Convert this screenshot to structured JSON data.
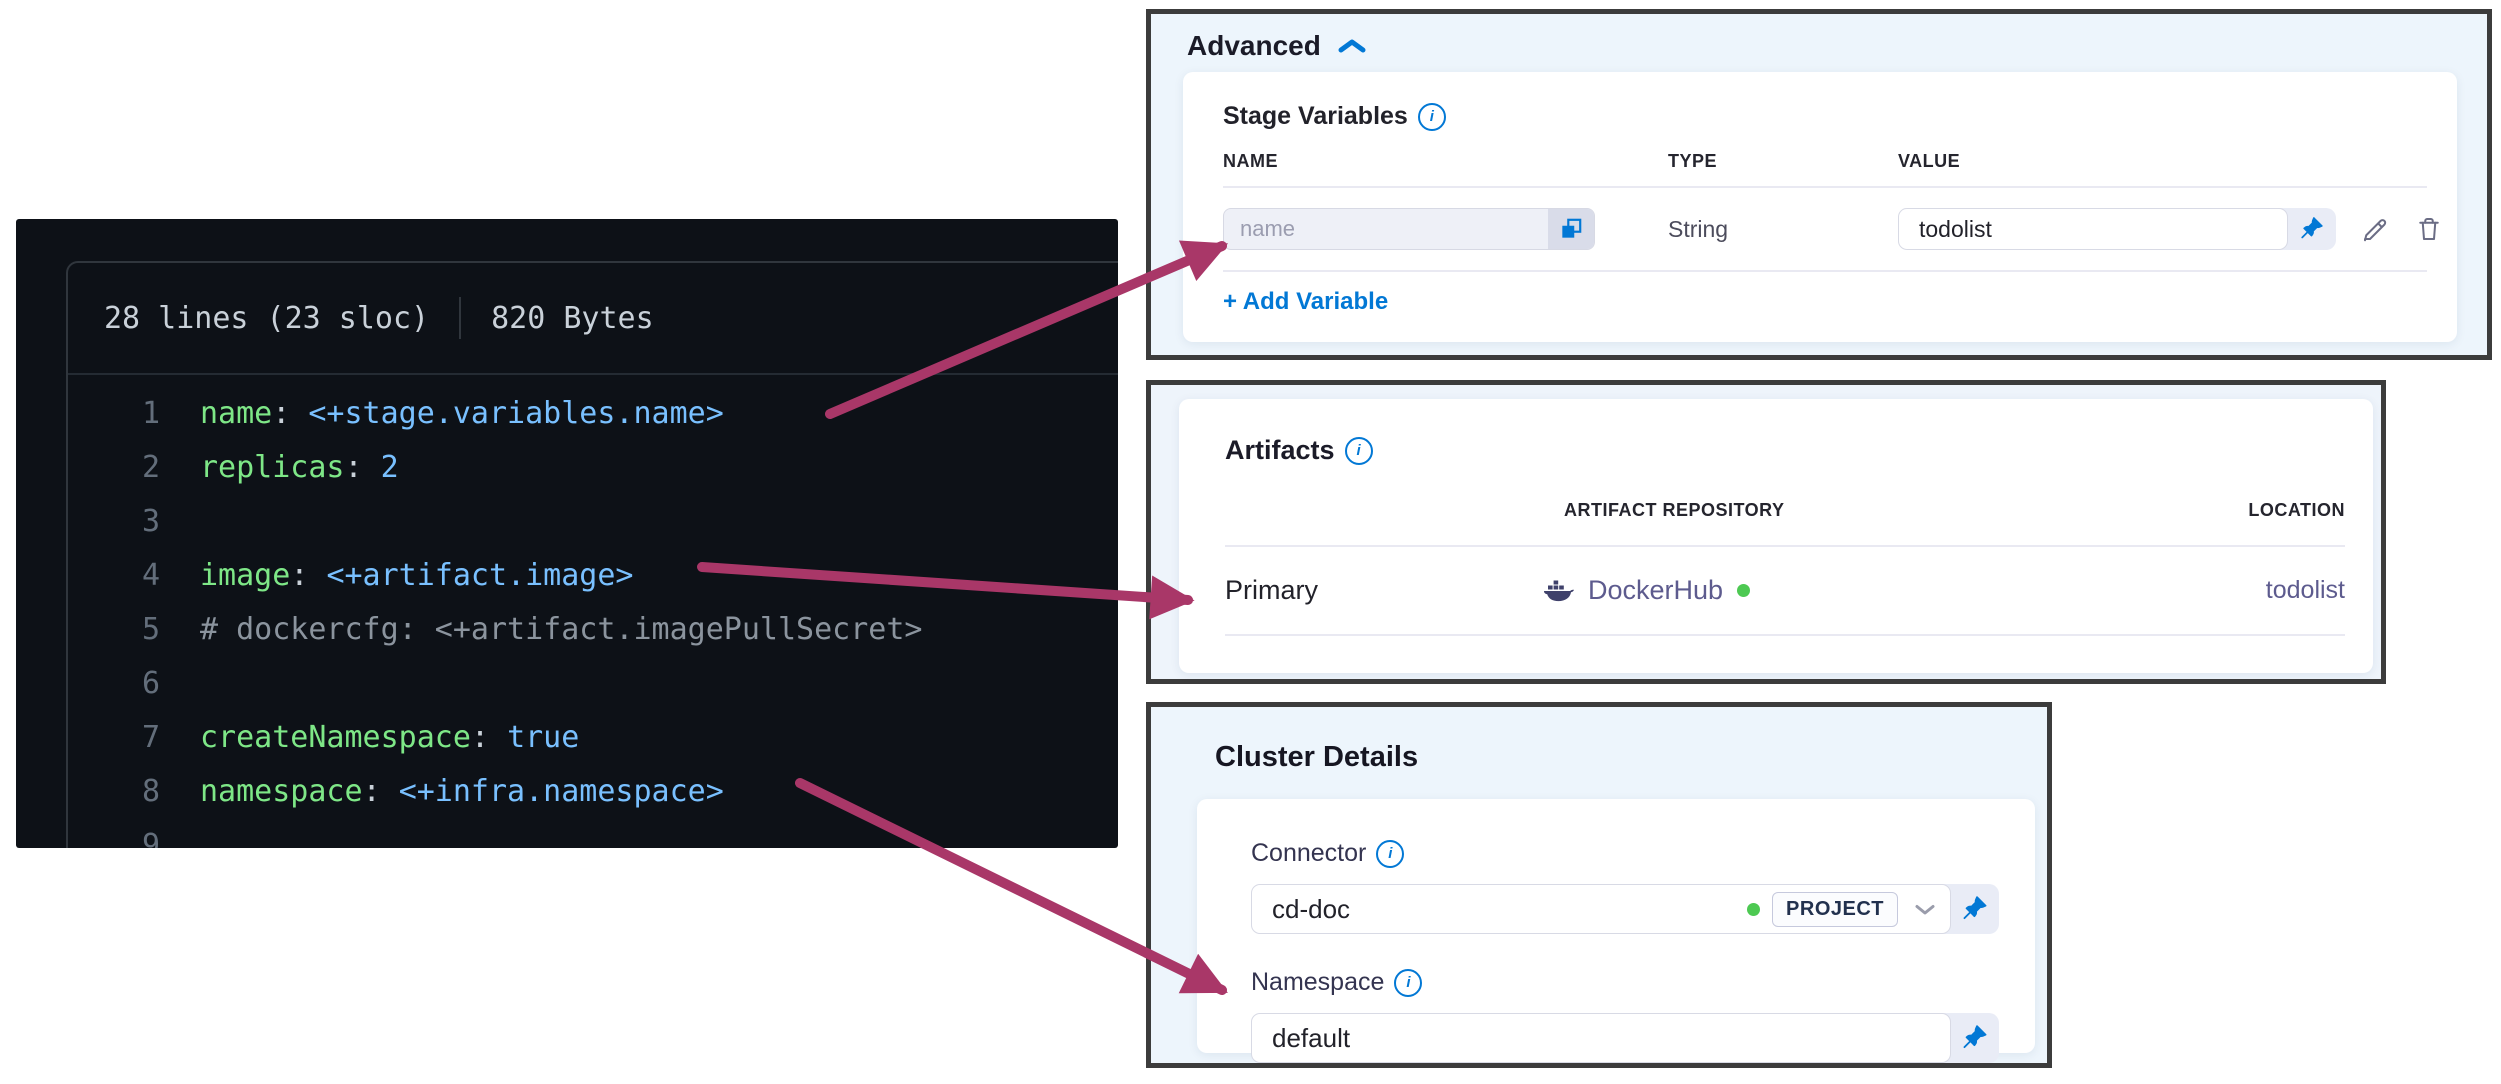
{
  "colors": {
    "accent": "#0278d5",
    "arrow": "#a93768",
    "panel_border": "#3c3c3c",
    "panel_bg": "#edf5fc",
    "code_bg": "#0d1117",
    "code_border": "#30363d",
    "code_text": "#c9d1d9",
    "code_key": "#7ee787",
    "code_value": "#79c0ff",
    "code_comment": "#8b949e",
    "code_linenum": "#636e7b",
    "status_green": "#4dc952",
    "link_purple": "#5d5b8e",
    "divider": "#e9e9f2"
  },
  "icons": {
    "collapse": "chevron-up-icon",
    "info": "info-circle-icon",
    "copy": "copy-icon",
    "pin": "pushpin-icon",
    "edit": "pencil-icon",
    "delete": "trash-icon",
    "repository": "docker-whale-icon",
    "status_dot": "green-status-dot",
    "dropdown": "chevron-down-icon"
  },
  "code_viewer": {
    "meta": {
      "lines": "28 lines (23 sloc)",
      "size": "820 Bytes"
    },
    "lines": [
      {
        "num": "1",
        "tokens": [
          {
            "c": "key",
            "t": "name"
          },
          {
            "c": "punc",
            "t": ": "
          },
          {
            "c": "val",
            "t": "<+stage.variables.name>"
          }
        ]
      },
      {
        "num": "2",
        "tokens": [
          {
            "c": "key",
            "t": "replicas"
          },
          {
            "c": "punc",
            "t": ": "
          },
          {
            "c": "val",
            "t": "2"
          }
        ]
      },
      {
        "num": "3",
        "tokens": []
      },
      {
        "num": "4",
        "tokens": [
          {
            "c": "key",
            "t": "image"
          },
          {
            "c": "punc",
            "t": ": "
          },
          {
            "c": "val",
            "t": "<+artifact.image>"
          }
        ]
      },
      {
        "num": "5",
        "tokens": [
          {
            "c": "comment",
            "t": "# dockercfg: <+artifact.imagePullSecret>"
          }
        ]
      },
      {
        "num": "6",
        "tokens": []
      },
      {
        "num": "7",
        "tokens": [
          {
            "c": "key",
            "t": "createNamespace"
          },
          {
            "c": "punc",
            "t": ": "
          },
          {
            "c": "val",
            "t": "true"
          }
        ]
      },
      {
        "num": "8",
        "tokens": [
          {
            "c": "key",
            "t": "namespace"
          },
          {
            "c": "punc",
            "t": ": "
          },
          {
            "c": "val",
            "t": "<+infra.namespace>"
          }
        ]
      },
      {
        "num": "9",
        "tokens": []
      }
    ]
  },
  "advanced_panel": {
    "title": "Advanced",
    "stage_variables": {
      "title": "Stage Variables",
      "columns": [
        "NAME",
        "TYPE",
        "VALUE"
      ],
      "rows": [
        {
          "name_placeholder": "name",
          "type": "String",
          "value": "todolist"
        }
      ],
      "add_button": "+ Add Variable"
    }
  },
  "artifacts_panel": {
    "title": "Artifacts",
    "columns": [
      "ARTIFACT REPOSITORY",
      "LOCATION"
    ],
    "rows": [
      {
        "label": "Primary",
        "repository": "DockerHub",
        "location": "todolist"
      }
    ]
  },
  "cluster_panel": {
    "title": "Cluster Details",
    "connector": {
      "label": "Connector",
      "value": "cd-doc",
      "scope": "PROJECT"
    },
    "namespace": {
      "label": "Namespace",
      "value": "default"
    }
  }
}
